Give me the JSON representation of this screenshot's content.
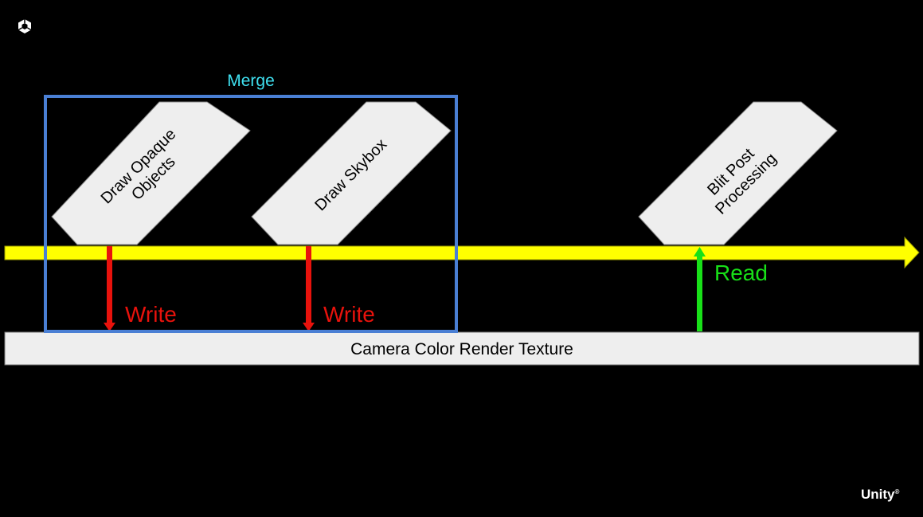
{
  "logo": {
    "icon": "unity-cube-icon",
    "brand": "Unity",
    "registered": "®"
  },
  "merge_label": "Merge",
  "passes": [
    {
      "line1": "Draw Opaque",
      "line2": "Objects"
    },
    {
      "line1": "Draw Skybox"
    },
    {
      "line1": "Blit Post",
      "line2": "Processing"
    }
  ],
  "arrows": [
    {
      "label": "Write",
      "direction": "down",
      "color": "#e8120c"
    },
    {
      "label": "Write",
      "direction": "down",
      "color": "#e8120c"
    },
    {
      "label": "Read",
      "direction": "up",
      "color": "#18e018"
    }
  ],
  "texture_label": "Camera Color Render Texture",
  "colors": {
    "background": "#000000",
    "timeline": "#ffff00",
    "merge_box": "#4a7fd4",
    "merge_text": "#3fe0f0",
    "pass_fill": "#eeeeee",
    "write": "#e8120c",
    "read": "#18e018"
  }
}
